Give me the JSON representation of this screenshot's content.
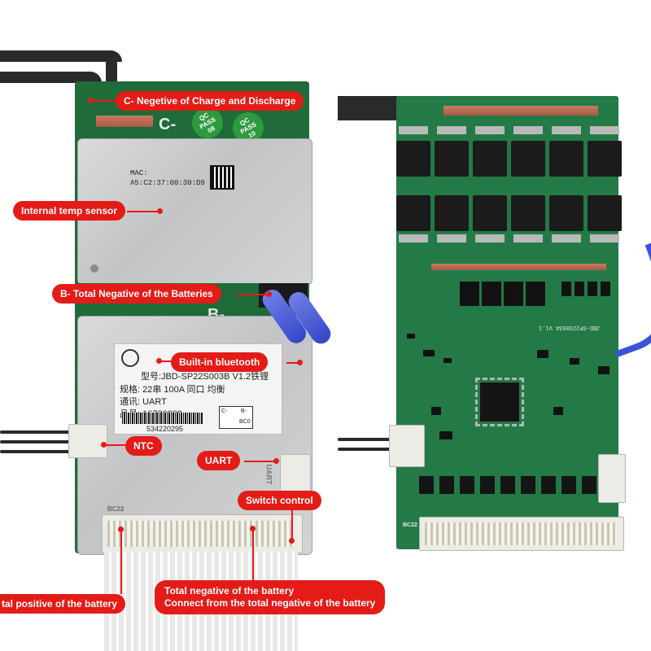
{
  "left_board": {
    "c_minus_silk": "C-",
    "b_minus_silk": "B-",
    "pass_badges": [
      {
        "top": "QC",
        "middle": "PASS",
        "bottom": "08"
      },
      {
        "top": "QC",
        "middle": "PASS",
        "bottom": "10"
      }
    ],
    "mac_label": "MAC:",
    "mac_value": "A5:C2:37:00:30:D9",
    "product_label": {
      "model_line": "型号:JBD-SP22S003B V1.2铁锂",
      "spec_line": "规格: 22串 100A 同口 均衡",
      "comm_line": "通讯: UART",
      "part_line": "品号: 16720009",
      "serial": "534220295",
      "port_diagram": {
        "left": "C-",
        "right": "B-",
        "bottom": "BC0"
      }
    },
    "connector_silk_bc22": "BC22",
    "connector_silk_uart": "UART"
  },
  "callouts": {
    "c_negative": "C- Negetive of Charge and Discharge",
    "internal_temp": "Internal temp sensor",
    "b_negative": "B- Total Negative of the Batteries",
    "bluetooth": "Built-in bluetooth",
    "ntc": "NTC",
    "uart": "UART",
    "switch_control": "Switch control",
    "total_positive": "tal positive of the battery",
    "total_negative_line1": "Total negative of the battery",
    "total_negative_line2": "Connect from the total negative of the battery"
  },
  "right_board": {
    "board_marking": "JBD-SP22S003A V1.1",
    "connector_silk": "BC22"
  },
  "colors": {
    "callout_red": "#e41b17",
    "pcb_green": "#237a46",
    "shield_grey": "#cfd0d2",
    "blue_wire": "#4a5ad6"
  }
}
